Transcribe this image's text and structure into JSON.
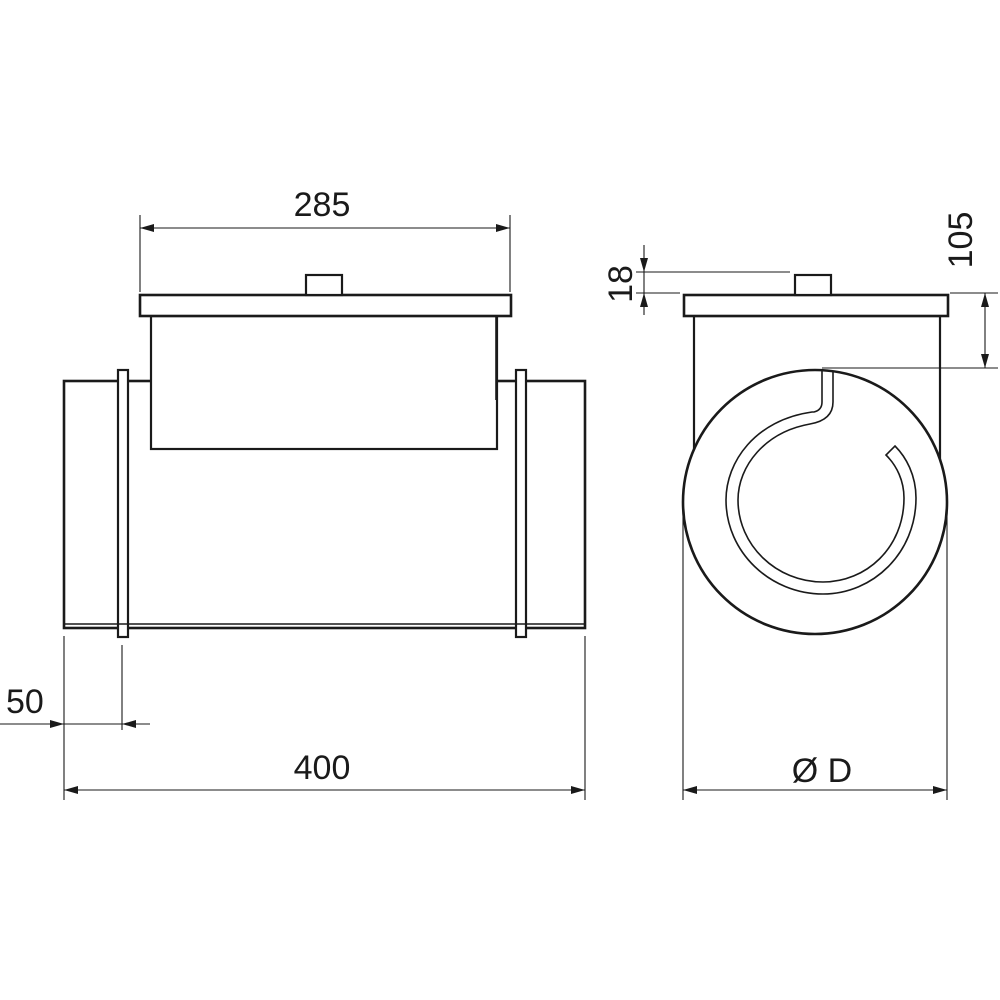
{
  "dimensions": {
    "top_width": "285",
    "total_length": "400",
    "flange_offset": "50",
    "diameter": "Ø D",
    "cap_height": "18",
    "box_depth": "105"
  }
}
